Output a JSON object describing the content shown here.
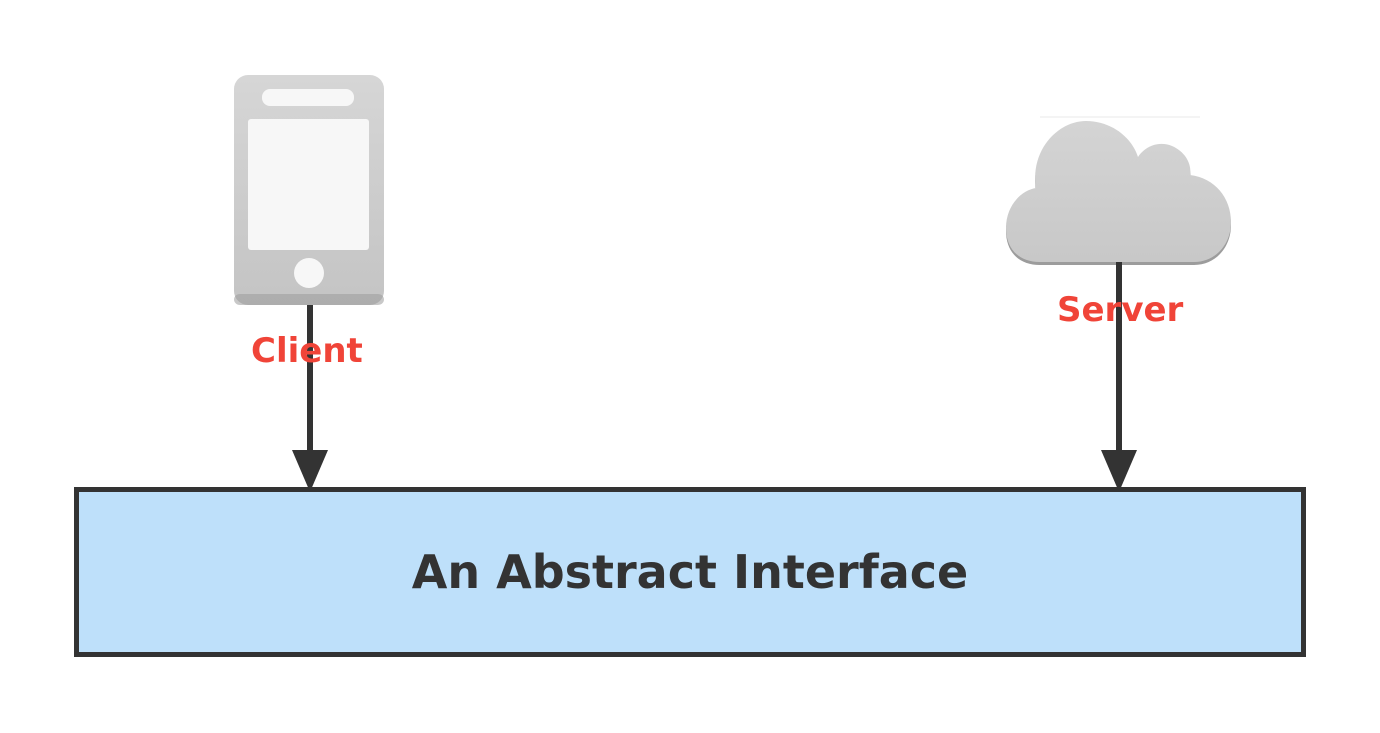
{
  "client": {
    "label": "Client",
    "icon": "smartphone-icon"
  },
  "server": {
    "label": "Server",
    "icon": "cloud-icon"
  },
  "interface": {
    "label": "An Abstract Interface"
  },
  "colors": {
    "label_red": "#f04438",
    "box_fill": "#bee0fa",
    "box_border": "#333333",
    "arrow": "#333333",
    "icon_gray": "#cccccc"
  }
}
